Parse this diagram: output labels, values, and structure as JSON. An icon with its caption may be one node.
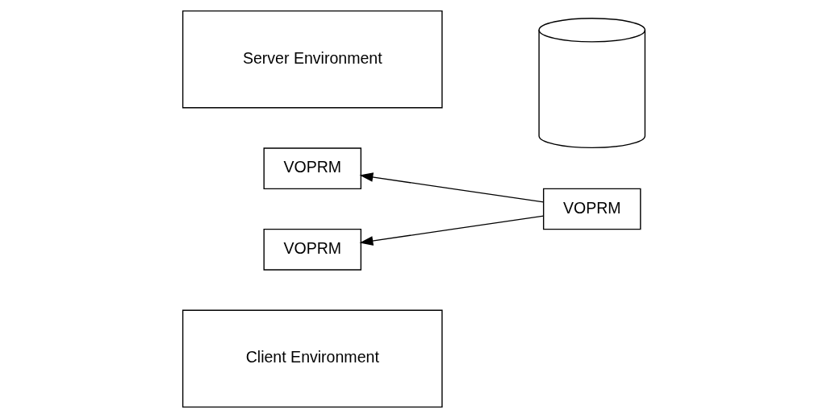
{
  "diagram": {
    "nodes": [
      {
        "text": [
          "Client Environment"
        ]
      },
      {
        "text": [
          "VOPRM"
        ]
      },
      {
        "text": [],
        "shape": "cylinder"
      },
      {
        "text": [
          "VOPRM"
        ]
      },
      {
        "text": [
          "Server Environment"
        ]
      },
      {
        "text": [
          "VOPRM"
        ]
      }
    ],
    "edges": [
      {
        "from": 3,
        "to": 1,
        "arrow": "to"
      },
      {
        "from": 3,
        "to": 5,
        "arrow": "to"
      }
    ]
  }
}
